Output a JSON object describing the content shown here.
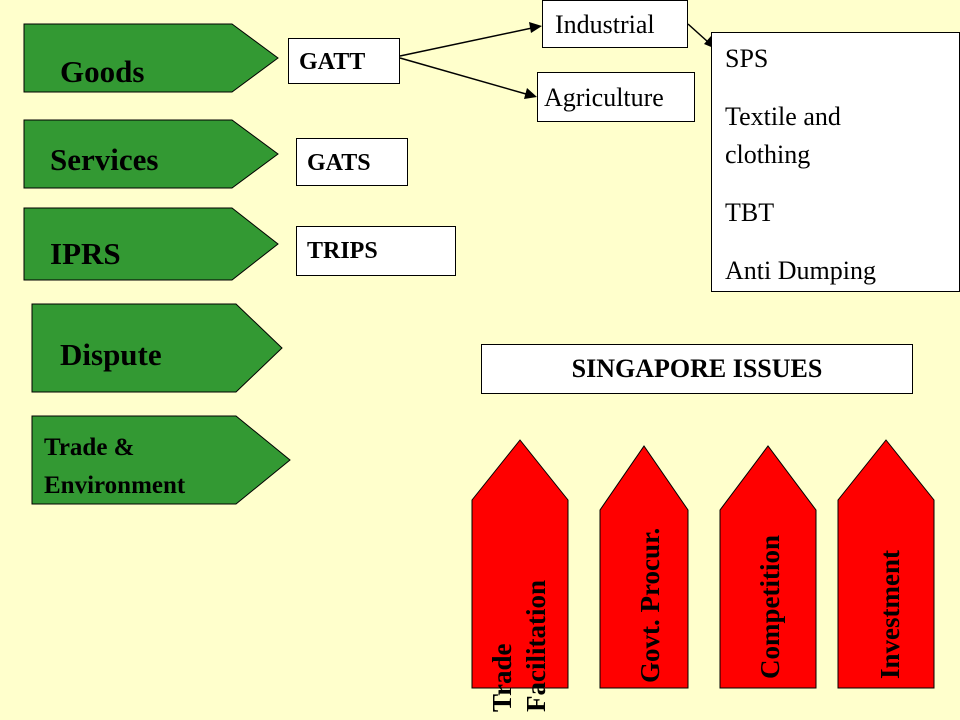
{
  "categories": {
    "goods": "Goods",
    "services": "Services",
    "iprs": "IPRS",
    "dispute": "Dispute",
    "trade_env_line1": "Trade &",
    "trade_env_line2": "Environment"
  },
  "agreements": {
    "gatt": "GATT",
    "gats": "GATS",
    "trips": "TRIPS"
  },
  "gatt_branches": {
    "industrial": "Industrial",
    "agriculture": "Agriculture"
  },
  "industrial_list": {
    "items": [
      "SPS",
      "Textile and",
      "clothing",
      "TBT",
      "Anti Dumping"
    ]
  },
  "singapore": {
    "title": "SINGAPORE ISSUES",
    "issues": {
      "trade_line1": "Trade",
      "trade_line2": "Facilitation",
      "govt": "Govt. Procur.",
      "competition": "Competition",
      "investment": "Investment"
    }
  },
  "colors": {
    "background": "#ffffcc",
    "green": "#339933",
    "red": "#ff0000"
  }
}
